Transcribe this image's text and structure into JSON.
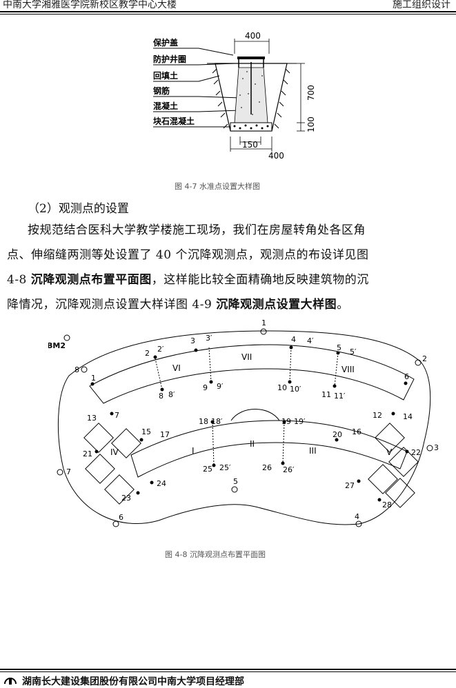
{
  "header": {
    "left": "中南大学湘雅医学院新校区教学中心大楼",
    "right": "施工组织设计"
  },
  "figure1": {
    "labels": [
      "保护盖",
      "防护井圈",
      "回填土",
      "钢筋",
      "混凝土",
      "块石混凝土"
    ],
    "dim_top": "400",
    "dim_height": "700",
    "dim_base": "100",
    "dim_inner": "150",
    "dim_bottom": "400",
    "caption": "图 4-7 水准点设置大样图"
  },
  "section": {
    "heading": "（2）观测点的设置",
    "line1": "按规范结合医科大学教学楼施工现场，我们在房屋转角处各区角",
    "line2": "点、伸缩缝两测等处设置了 40 个沉降观测点，观测点的布设详见图",
    "line3_a": "4-8 ",
    "line3_b": "沉降观测点布置平面图",
    "line3_c": "，这样能比较全面精确地反映建筑物的沉",
    "line4_a": "降情况，沉降观测点设置大样详图 4-9 ",
    "line4_b": "沉降观测点设置大样图",
    "line4_c": "。"
  },
  "figure2": {
    "caption": "图 4-8 沉降观测点布置平面图",
    "benchmark": "BM2",
    "zones": [
      "I",
      "II",
      "III",
      "IV",
      "V",
      "VI",
      "VII",
      "VIII"
    ],
    "outer_points": [
      "1",
      "2",
      "3",
      "4",
      "5",
      "6",
      "7",
      "8"
    ],
    "points": [
      "1",
      "2",
      "2′",
      "3",
      "3′",
      "4",
      "4′",
      "5",
      "5′",
      "6",
      "7",
      "8",
      "8′",
      "9",
      "9′",
      "10",
      "10′",
      "11",
      "11′",
      "12",
      "13",
      "14",
      "15",
      "16",
      "17",
      "18",
      "18′",
      "19",
      "19′",
      "20",
      "21",
      "22",
      "23",
      "24",
      "25",
      "25′",
      "26",
      "26′",
      "27",
      "28"
    ]
  },
  "footer": {
    "text": "湖南长大建设集团股份有限公司中南大学项目经理部"
  }
}
